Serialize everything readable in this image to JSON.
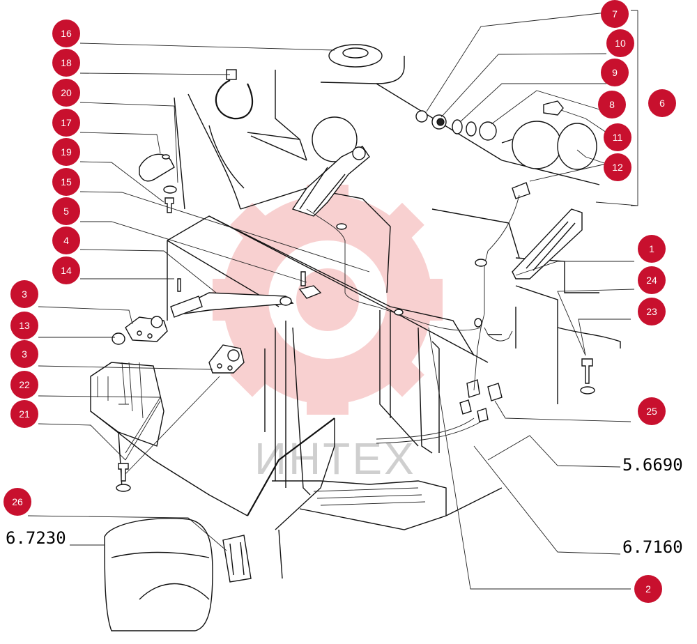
{
  "callouts": [
    "16",
    "18",
    "20",
    "17",
    "19",
    "15",
    "5",
    "4",
    "14",
    "3",
    "13",
    "3",
    "22",
    "21",
    "26",
    "7",
    "10",
    "9",
    "8",
    "6",
    "11",
    "12",
    "1",
    "24",
    "23",
    "25",
    "2"
  ],
  "drawing_numbers": [
    "5.6690",
    "6.7160",
    "6.7230"
  ],
  "watermark": {
    "text": "ИНТЕХ",
    "color": "#e03030"
  },
  "colors": {
    "callout": "#c8102e",
    "line": "#111111"
  }
}
